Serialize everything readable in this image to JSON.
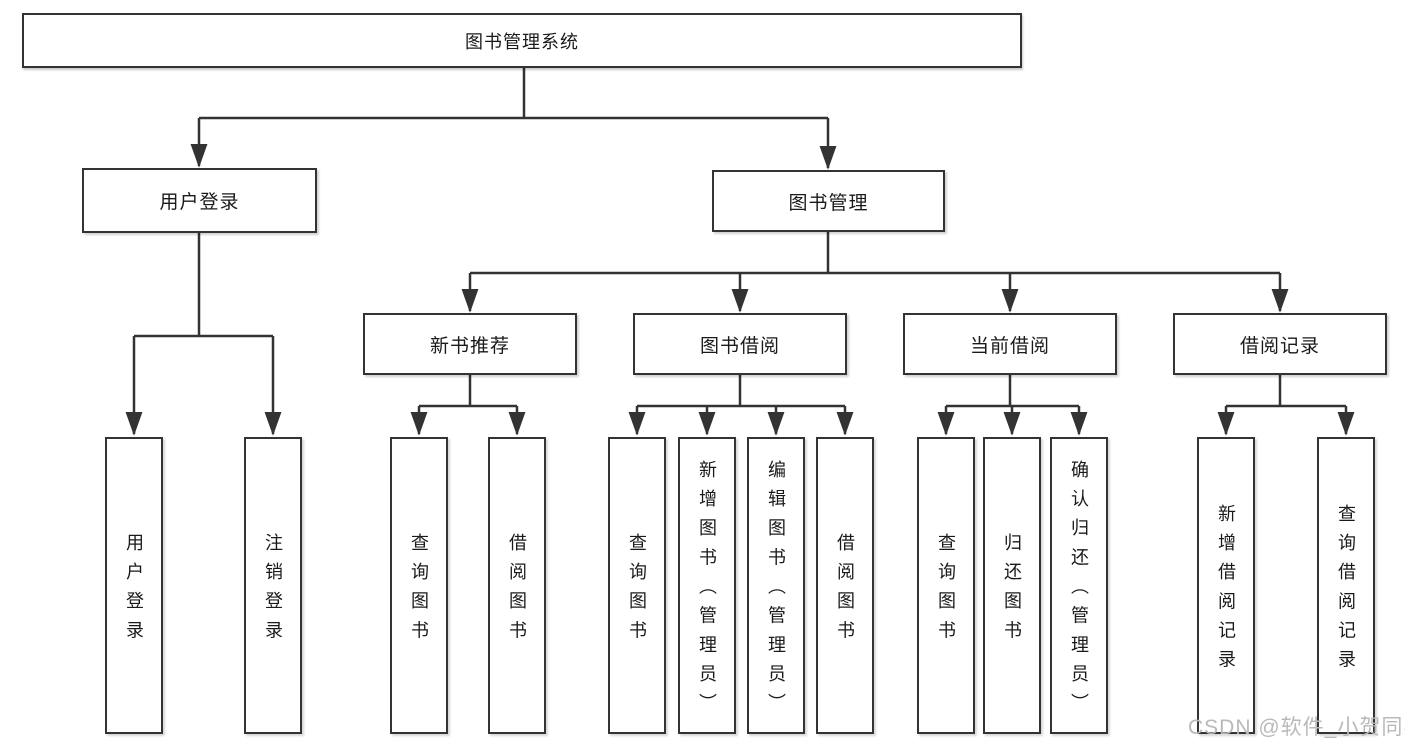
{
  "diagram": {
    "root": {
      "label": "图书管理系统"
    },
    "branches": [
      {
        "label": "用户登录",
        "children": [
          {
            "label": "用户登录"
          },
          {
            "label": "注销登录"
          }
        ]
      },
      {
        "label": "图书管理",
        "children": [
          {
            "label": "新书推荐",
            "children": [
              {
                "label": "查询图书"
              },
              {
                "label": "借阅图书"
              }
            ]
          },
          {
            "label": "图书借阅",
            "children": [
              {
                "label": "查询图书"
              },
              {
                "label": "新增图书（管理员）"
              },
              {
                "label": "编辑图书（管理员）"
              },
              {
                "label": "借阅图书"
              }
            ]
          },
          {
            "label": "当前借阅",
            "children": [
              {
                "label": "查询图书"
              },
              {
                "label": "归还图书"
              },
              {
                "label": "确认归还（管理员）"
              }
            ]
          },
          {
            "label": "借阅记录",
            "children": [
              {
                "label": "新增借阅记录"
              },
              {
                "label": "查询借阅记录"
              }
            ]
          }
        ]
      }
    ]
  },
  "watermark": "CSDN @软件_小贺同学",
  "colors": {
    "line": "#333333",
    "box_border": "#333333",
    "text": "#1a1a1a",
    "watermark": "#b9b9b9",
    "background": "#ffffff"
  }
}
